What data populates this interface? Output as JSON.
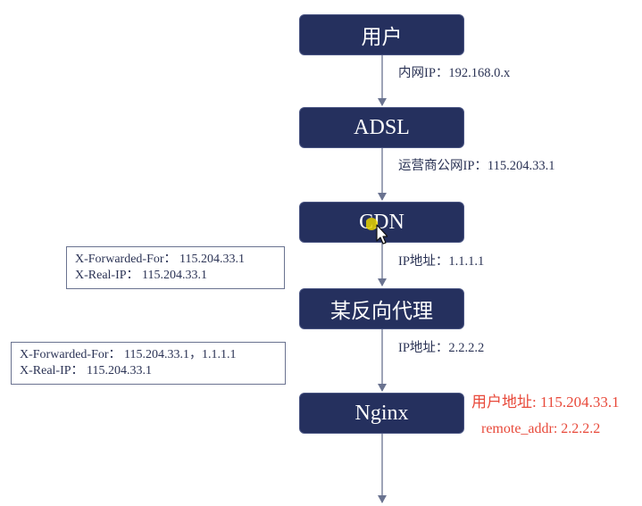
{
  "nodes": [
    {
      "label": "用户"
    },
    {
      "label": "ADSL"
    },
    {
      "label": "CDN"
    },
    {
      "label": "某反向代理"
    },
    {
      "label": "Nginx"
    }
  ],
  "edge_labels": [
    "内网IP：192.168.0.x",
    "运营商公网IP：115.204.33.1",
    "IP地址：1.1.1.1",
    "IP地址：2.2.2.2"
  ],
  "header_boxes": [
    {
      "line1": "X-Forwarded-For：  115.204.33.1",
      "line2": "X-Real-IP：  115.204.33.1"
    },
    {
      "line1": "X-Forwarded-For：  115.204.33.1，1.1.1.1",
      "line2": "X-Real-IP：  115.204.33.1"
    }
  ],
  "nginx_notes": {
    "user_address": "用户地址: 115.204.33.1",
    "remote_addr": "remote_addr: 2.2.2.2"
  },
  "colors": {
    "node_fill": "#25305e",
    "line": "#6a7390",
    "annotation_red": "#e8493a"
  }
}
